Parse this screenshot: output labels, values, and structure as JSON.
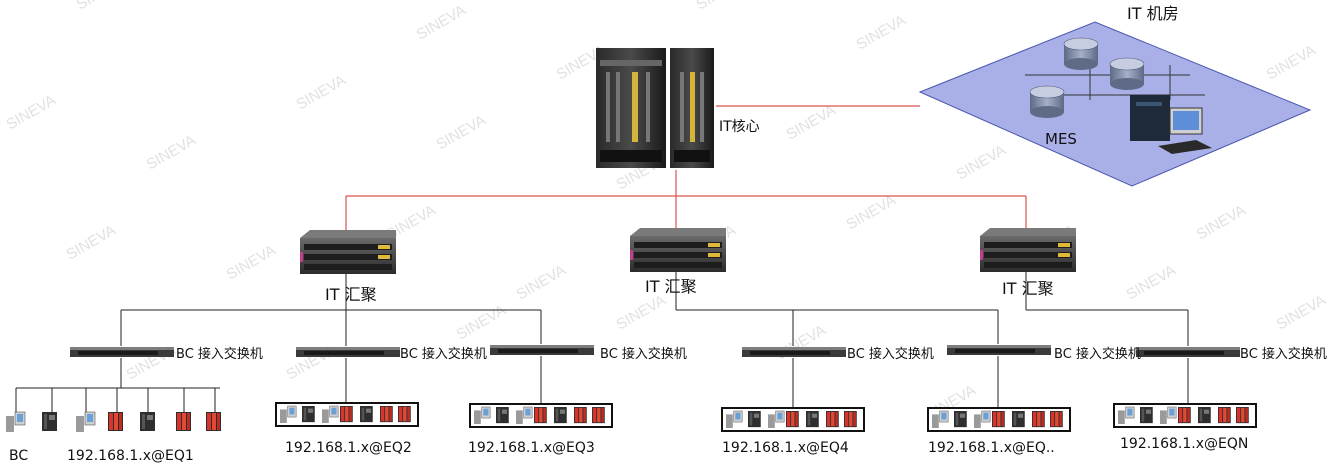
{
  "room": {
    "title": "IT 机房",
    "server_label": "MES"
  },
  "core": {
    "label": "IT核心"
  },
  "aggregation": [
    {
      "label": "IT 汇聚"
    },
    {
      "label": "IT 汇聚"
    },
    {
      "label": "IT 汇聚"
    }
  ],
  "access": [
    {
      "label": "BC 接入交换机",
      "ip": "192.168.1.x@EQ1",
      "extra": "BC"
    },
    {
      "label": "BC 接入交换机",
      "ip": "192.168.1.x@EQ2"
    },
    {
      "label": "BC 接入交换机",
      "ip": "192.168.1.x@EQ3"
    },
    {
      "label": "BC 接入交换机",
      "ip": "192.168.1.x@EQ4"
    },
    {
      "label": "BC 接入交换机",
      "ip": "192.168.1.x@EQ.."
    },
    {
      "label": "BC 接入交换机",
      "ip": "192.168.1.x@EQN"
    }
  ],
  "watermark": "SINEVA",
  "colors": {
    "link_red": "#d9534f",
    "link_black": "#222222",
    "room_floor": "#a9b0e8"
  }
}
